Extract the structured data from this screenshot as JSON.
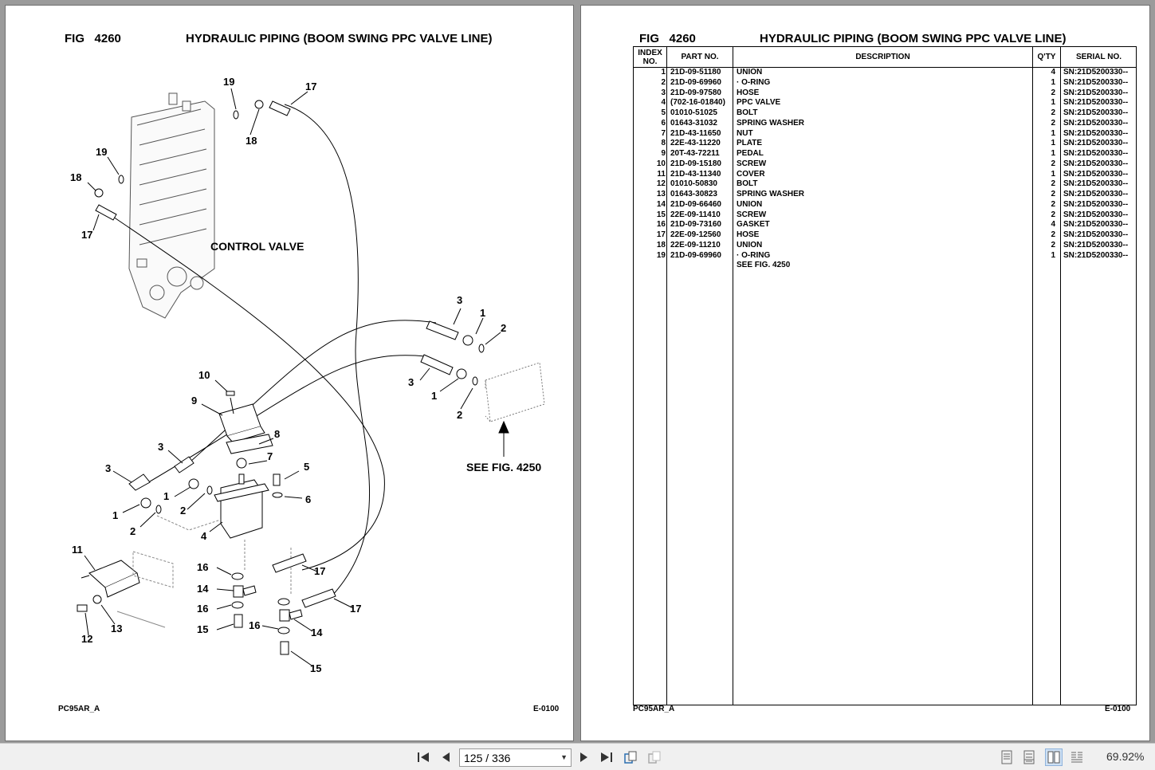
{
  "fig": {
    "label": "FIG",
    "number": "4260",
    "title": "HYDRAULIC PIPING (BOOM SWING PPC VALVE LINE)"
  },
  "diagram": {
    "control_valve_label": "CONTROL VALVE",
    "see_fig_label": "SEE FIG. 4250",
    "callouts": [
      "19",
      "17",
      "18",
      "19",
      "18",
      "17",
      "3",
      "1",
      "2",
      "3",
      "1",
      "2",
      "10",
      "9",
      "8",
      "7",
      "5",
      "6",
      "3",
      "3",
      "1",
      "2",
      "1",
      "2",
      "4",
      "11",
      "16",
      "14",
      "16",
      "15",
      "17",
      "17",
      "16",
      "14",
      "15",
      "12",
      "13"
    ]
  },
  "footer": {
    "model": "PC95AR_A",
    "code": "E-0100"
  },
  "table": {
    "headers": {
      "index": "INDEX NO.",
      "part": "PART NO.",
      "desc": "DESCRIPTION",
      "qty": "Q'TY",
      "serial": "SERIAL NO."
    },
    "rows": [
      {
        "idx": "1",
        "part": "21D-09-51180",
        "desc": "UNION",
        "qty": "4",
        "sn": "SN:21D5200330--"
      },
      {
        "idx": "2",
        "part": "21D-09-69960",
        "desc": "· O-RING",
        "qty": "1",
        "sn": "SN:21D5200330--"
      },
      {
        "idx": "3",
        "part": "21D-09-97580",
        "desc": "HOSE",
        "qty": "2",
        "sn": "SN:21D5200330--"
      },
      {
        "idx": "4",
        "part": "(702-16-01840)",
        "desc": "PPC VALVE",
        "qty": "1",
        "sn": "SN:21D5200330--"
      },
      {
        "idx": "5",
        "part": "01010-51025",
        "desc": "BOLT",
        "qty": "2",
        "sn": "SN:21D5200330--"
      },
      {
        "idx": "6",
        "part": "01643-31032",
        "desc": "SPRING WASHER",
        "qty": "2",
        "sn": "SN:21D5200330--"
      },
      {
        "idx": "7",
        "part": "21D-43-11650",
        "desc": "NUT",
        "qty": "1",
        "sn": "SN:21D5200330--"
      },
      {
        "idx": "8",
        "part": "22E-43-11220",
        "desc": "PLATE",
        "qty": "1",
        "sn": "SN:21D5200330--"
      },
      {
        "idx": "9",
        "part": "20T-43-72211",
        "desc": "PEDAL",
        "qty": "1",
        "sn": "SN:21D5200330--"
      },
      {
        "idx": "10",
        "part": "21D-09-15180",
        "desc": "SCREW",
        "qty": "2",
        "sn": "SN:21D5200330--"
      },
      {
        "idx": "11",
        "part": "21D-43-11340",
        "desc": "COVER",
        "qty": "1",
        "sn": "SN:21D5200330--"
      },
      {
        "idx": "12",
        "part": "01010-50830",
        "desc": "BOLT",
        "qty": "2",
        "sn": "SN:21D5200330--"
      },
      {
        "idx": "13",
        "part": "01643-30823",
        "desc": "SPRING WASHER",
        "qty": "2",
        "sn": "SN:21D5200330--"
      },
      {
        "idx": "14",
        "part": "21D-09-66460",
        "desc": "UNION",
        "qty": "2",
        "sn": "SN:21D5200330--"
      },
      {
        "idx": "15",
        "part": "22E-09-11410",
        "desc": "SCREW",
        "qty": "2",
        "sn": "SN:21D5200330--"
      },
      {
        "idx": "16",
        "part": "21D-09-73160",
        "desc": "GASKET",
        "qty": "4",
        "sn": "SN:21D5200330--"
      },
      {
        "idx": "17",
        "part": "22E-09-12560",
        "desc": "HOSE",
        "qty": "2",
        "sn": "SN:21D5200330--"
      },
      {
        "idx": "18",
        "part": "22E-09-11210",
        "desc": "UNION",
        "qty": "2",
        "sn": "SN:21D5200330--"
      },
      {
        "idx": "19",
        "part": "21D-09-69960",
        "desc": "· O-RING",
        "qty": "1",
        "sn": "SN:21D5200330--"
      },
      {
        "idx": "",
        "part": "",
        "desc": "SEE FIG. 4250",
        "qty": "",
        "sn": ""
      }
    ]
  },
  "toolbar": {
    "page_indicator": "125 / 336",
    "zoom": "69.92%"
  }
}
